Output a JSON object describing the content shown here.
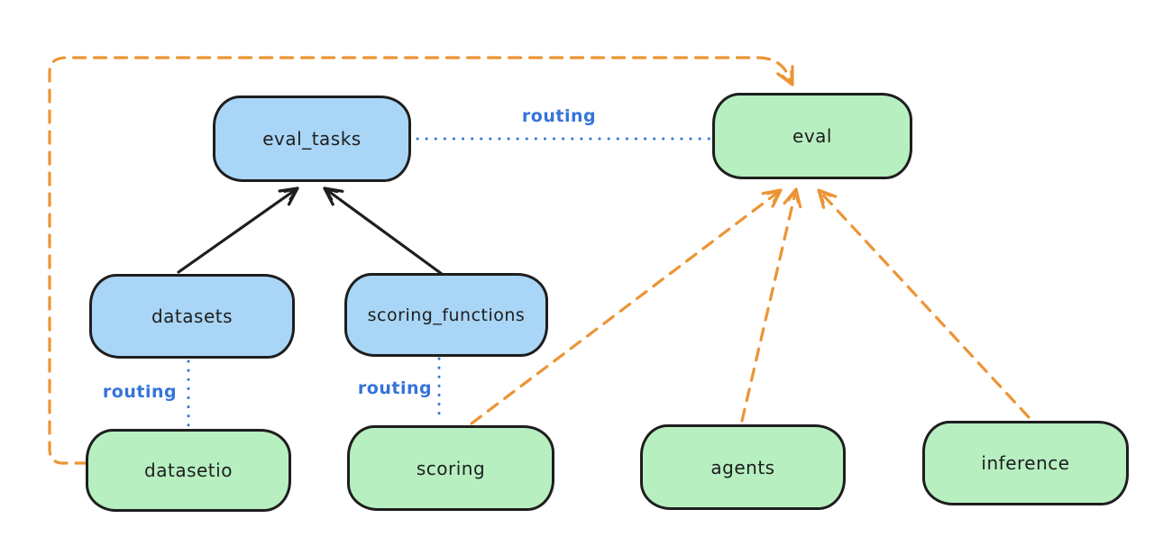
{
  "diagram": {
    "nodes": [
      {
        "id": "eval_tasks",
        "label": "eval_tasks",
        "fill": "#a9d6f6"
      },
      {
        "id": "eval",
        "label": "eval",
        "fill": "#b7efc1"
      },
      {
        "id": "datasets",
        "label": "datasets",
        "fill": "#a9d6f6"
      },
      {
        "id": "scoring_functions",
        "label": "scoring_functions",
        "fill": "#a9d6f6"
      },
      {
        "id": "datasetio",
        "label": "datasetio",
        "fill": "#b7efc1"
      },
      {
        "id": "scoring",
        "label": "scoring",
        "fill": "#b7efc1"
      },
      {
        "id": "agents",
        "label": "agents",
        "fill": "#b7efc1"
      },
      {
        "id": "inference",
        "label": "inference",
        "fill": "#b7efc1"
      }
    ],
    "edges": [
      {
        "from": "datasets",
        "to": "eval_tasks",
        "style": "solid-arrow",
        "color": "#1e1e1e"
      },
      {
        "from": "scoring_functions",
        "to": "eval_tasks",
        "style": "solid-arrow",
        "color": "#1e1e1e"
      },
      {
        "from": "eval_tasks",
        "to": "eval",
        "style": "dotted-line",
        "label": "routing",
        "color": "#3574d9"
      },
      {
        "from": "datasets",
        "to": "datasetio",
        "style": "dotted-line",
        "label": "routing",
        "color": "#3574d9"
      },
      {
        "from": "scoring_functions",
        "to": "scoring",
        "style": "dotted-line",
        "label": "routing",
        "color": "#3574d9"
      },
      {
        "from": "datasetio",
        "to": "eval",
        "style": "dashed-arrow",
        "color": "#ec9434"
      },
      {
        "from": "scoring",
        "to": "eval",
        "style": "dashed-arrow",
        "color": "#ec9434"
      },
      {
        "from": "agents",
        "to": "eval",
        "style": "dashed-arrow",
        "color": "#ec9434"
      },
      {
        "from": "inference",
        "to": "eval",
        "style": "dashed-arrow",
        "color": "#ec9434"
      }
    ],
    "colors": {
      "node_stroke": "#1e1e1e",
      "blue_fill": "#a9d6f6",
      "green_fill": "#b7efc1",
      "routing_blue": "#3574d9",
      "dashed_orange": "#ec9434",
      "background": "#ffffff"
    }
  }
}
